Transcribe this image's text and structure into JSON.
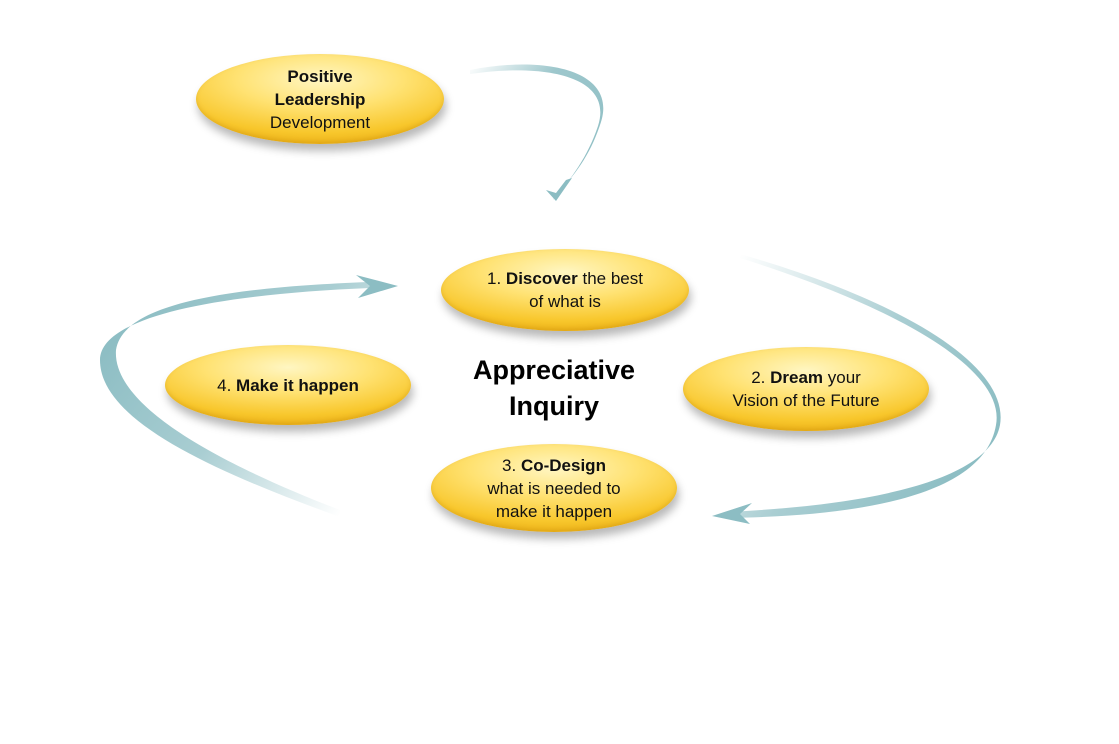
{
  "colors": {
    "oval_fill": "#ffe272",
    "arrow": "#8cbdc3",
    "text": "#111111"
  },
  "center": {
    "title_line1": "Appreciative",
    "title_line2": "Inquiry"
  },
  "nodes": {
    "leadership": {
      "line1": "Positive",
      "line2": "Leadership",
      "line3": "Development"
    },
    "discover": {
      "number": "1. ",
      "keyword": "Discover",
      "rest": " the best",
      "line2": "of what is"
    },
    "dream": {
      "number": "2. ",
      "keyword": "Dream",
      "rest": " your",
      "line2": "Vision of the Future"
    },
    "codesign": {
      "number": "3. ",
      "keyword": "Co-Design",
      "line2": "what is needed to",
      "line3": "make it happen"
    },
    "make": {
      "number": "4. ",
      "keyword": "Make it happen"
    }
  }
}
